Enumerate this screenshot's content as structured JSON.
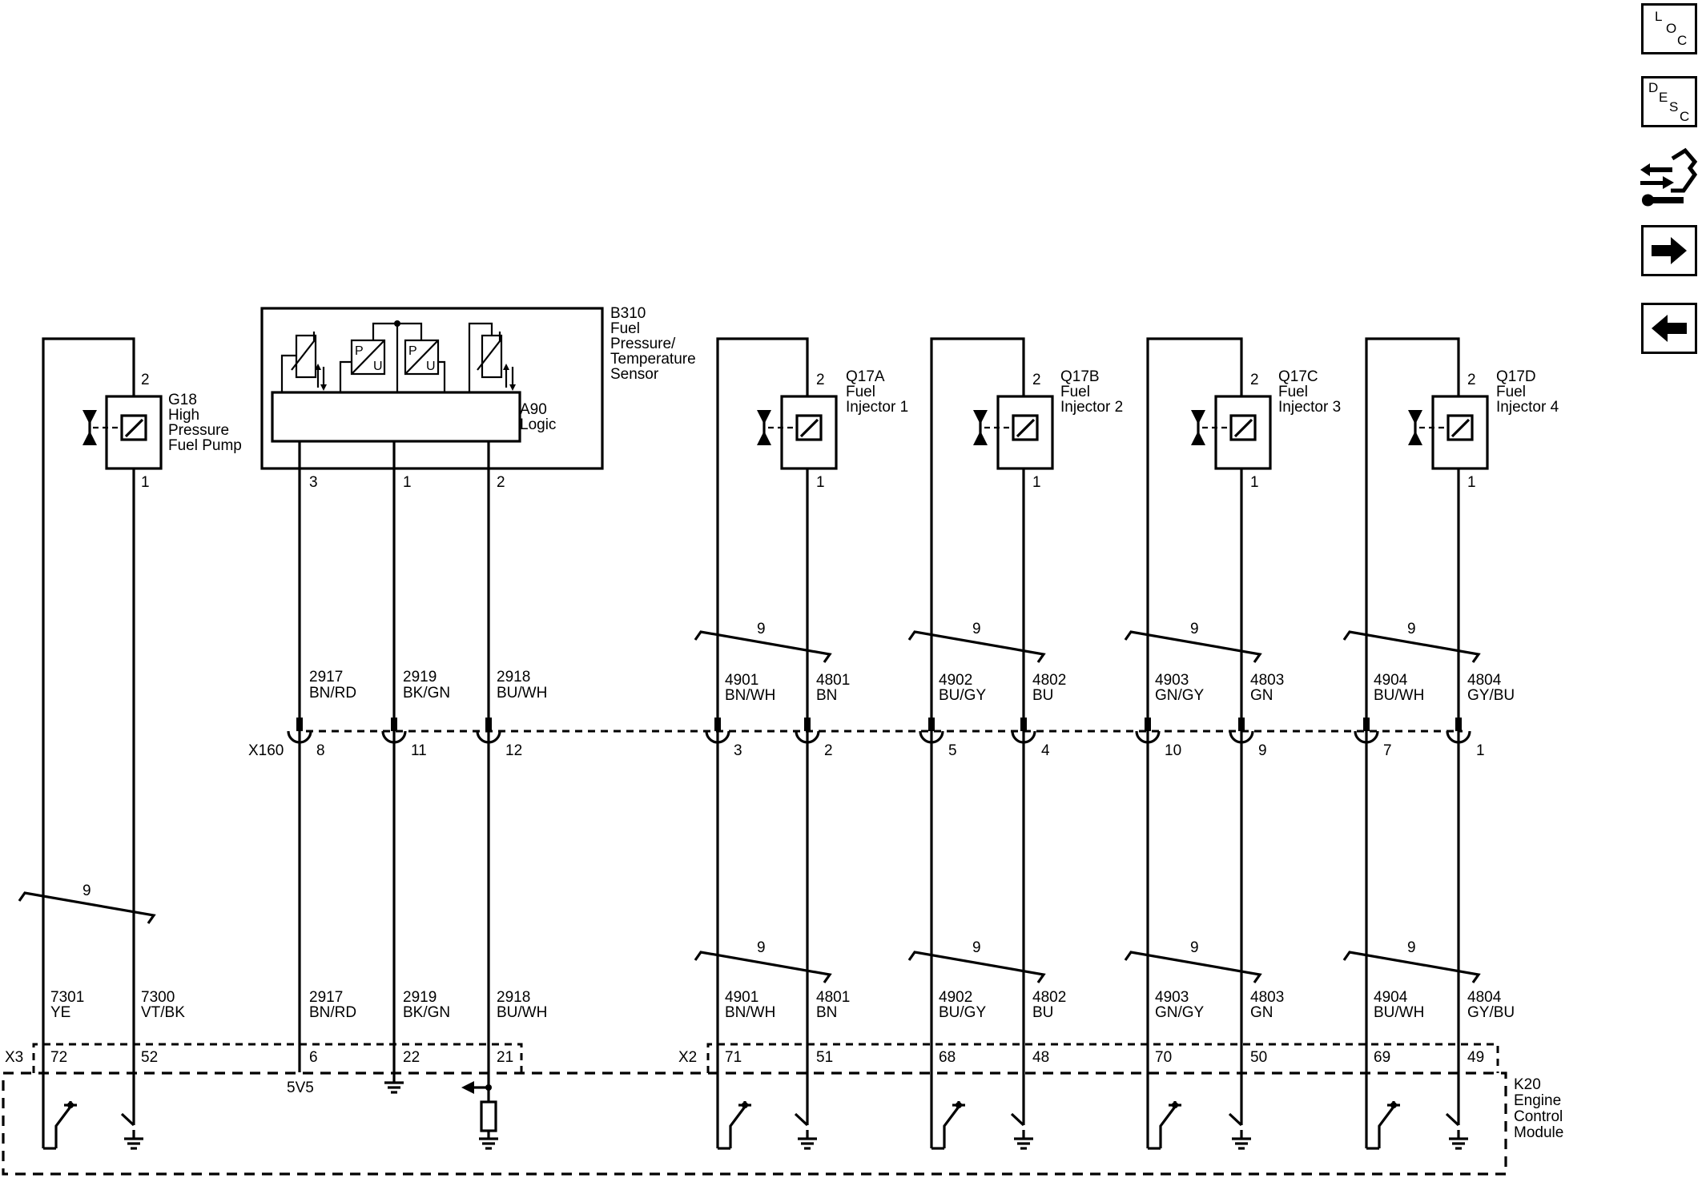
{
  "nav": {
    "loc": [
      "L",
      "O",
      "C"
    ],
    "desc": [
      "D",
      "E",
      "S",
      "C"
    ],
    "connector_icon": "connector-wrench-icon",
    "next_icon": "arrow-right-icon",
    "prev_icon": "arrow-left-icon"
  },
  "components": {
    "g18": {
      "id": "G18",
      "l1": "High",
      "l2": "Pressure",
      "l3": "Fuel Pump",
      "pin_top": "2",
      "pin_bot": "1"
    },
    "b310": {
      "id": "B310",
      "l1": "Fuel",
      "l2": "Pressure/",
      "l3": "Temperature",
      "l4": "Sensor",
      "logic_id": "A90",
      "logic_label": "Logic",
      "p1": "P",
      "u1": "U",
      "p2": "P",
      "u2": "U",
      "pin_a": "3",
      "pin_b": "1",
      "pin_c": "2"
    },
    "q17a": {
      "id": "Q17A",
      "l1": "Fuel",
      "l2": "Injector 1",
      "pin_top": "2",
      "pin_bot": "1"
    },
    "q17b": {
      "id": "Q17B",
      "l1": "Fuel",
      "l2": "Injector 2",
      "pin_top": "2",
      "pin_bot": "1"
    },
    "q17c": {
      "id": "Q17C",
      "l1": "Fuel",
      "l2": "Injector 3",
      "pin_top": "2",
      "pin_bot": "1"
    },
    "q17d": {
      "id": "Q17D",
      "l1": "Fuel",
      "l2": "Injector 4",
      "pin_top": "2",
      "pin_bot": "1"
    },
    "k20": {
      "id": "K20",
      "l1": "Engine",
      "l2": "Control",
      "l3": "Module",
      "v5": "5V5"
    }
  },
  "connectors": {
    "x160": {
      "name": "X160",
      "pins": [
        "8",
        "11",
        "12",
        "3",
        "2",
        "5",
        "4",
        "10",
        "9",
        "7",
        "1"
      ]
    },
    "x3": {
      "name": "X3",
      "pins": [
        "72",
        "52",
        "6",
        "22",
        "21"
      ]
    },
    "x2": {
      "name": "X2",
      "pins": [
        "71",
        "51",
        "68",
        "48",
        "70",
        "50",
        "69",
        "49"
      ]
    }
  },
  "twists": {
    "label": "9"
  },
  "wires": {
    "w7301": {
      "circuit": "7301",
      "color": "YE"
    },
    "w7300": {
      "circuit": "7300",
      "color": "VT/BK"
    },
    "w2917": {
      "circuit": "2917",
      "color": "BN/RD"
    },
    "w2919": {
      "circuit": "2919",
      "color": "BK/GN"
    },
    "w2918": {
      "circuit": "2918",
      "color": "BU/WH"
    },
    "w4901": {
      "circuit": "4901",
      "color": "BN/WH"
    },
    "w4801": {
      "circuit": "4801",
      "color": "BN"
    },
    "w4902": {
      "circuit": "4902",
      "color": "BU/GY"
    },
    "w4802": {
      "circuit": "4802",
      "color": "BU"
    },
    "w4903": {
      "circuit": "4903",
      "color": "GN/GY"
    },
    "w4803": {
      "circuit": "4803",
      "color": "GN"
    },
    "w4904": {
      "circuit": "4904",
      "color": "BU/WH"
    },
    "w4804": {
      "circuit": "4804",
      "color": "GY/BU"
    }
  }
}
